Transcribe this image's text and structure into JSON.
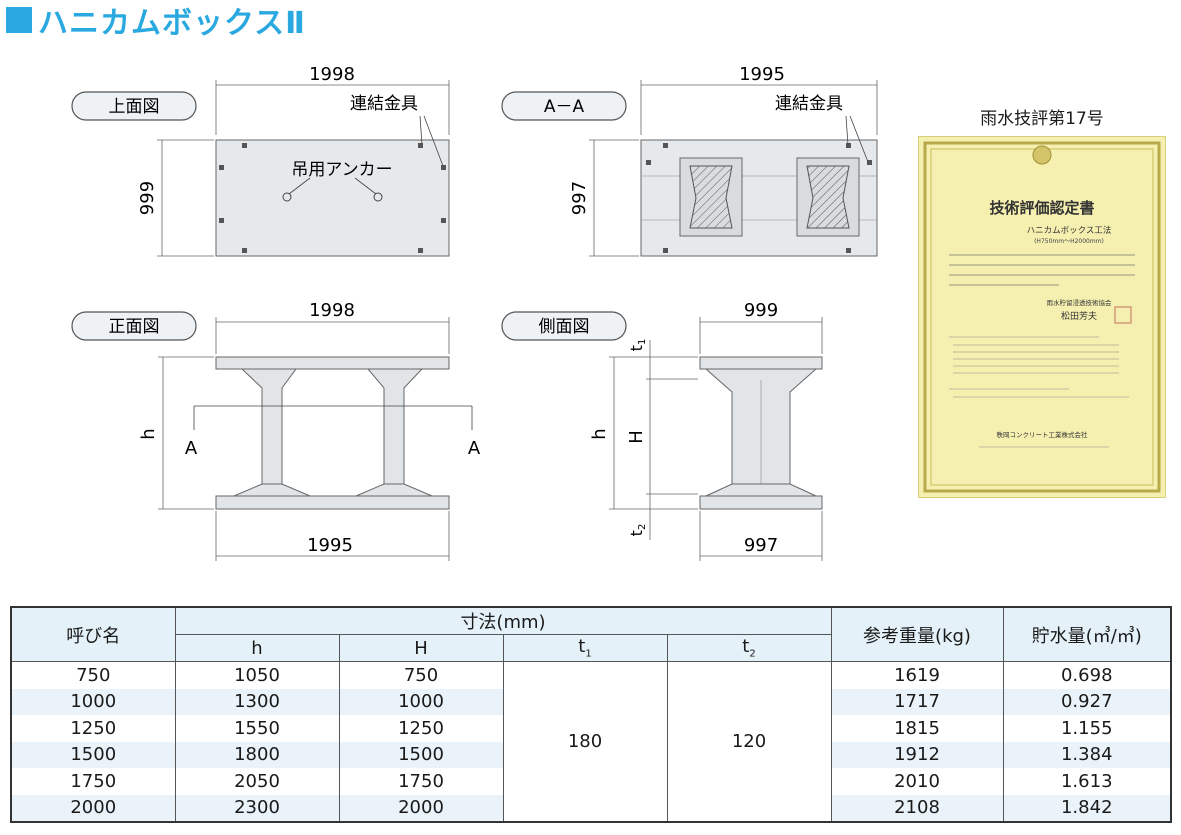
{
  "title": "ハニカムボックスⅡ",
  "views": {
    "top": {
      "label": "上面図",
      "width": "1998",
      "height": "999",
      "fitting": "連結金具",
      "anchor": "吊用アンカー"
    },
    "section": {
      "label": "A－A",
      "width": "1995",
      "height": "997",
      "fitting": "連結金具"
    },
    "front": {
      "label": "正面図",
      "top_width": "1998",
      "bottom_width": "1995",
      "h": "h",
      "cut_left": "A",
      "cut_right": "A"
    },
    "side": {
      "label": "側面図",
      "top_width": "999",
      "bottom_width": "997",
      "h": "h",
      "H": "H",
      "t1": "t",
      "t1_sub": "1",
      "t2": "t",
      "t2_sub": "2"
    }
  },
  "certificate": {
    "caption": "雨水技評第17号",
    "heading": "技術評価認定書",
    "product": "ハニカムボックス工法",
    "range": "(H750mm～H2000mm)",
    "org": "雨水貯留浸透技術協会",
    "president": "松田芳夫",
    "company": "秩岡コンクリート工業株式会社"
  },
  "table": {
    "header": {
      "name": "呼び名",
      "dims": "寸法(mm)",
      "h": "h",
      "H": "H",
      "t1": "t",
      "t1_sub": "1",
      "t2": "t",
      "t2_sub": "2",
      "weight": "参考重量(kg)",
      "storage": "貯水量(㎥/㎥)"
    },
    "t1_value": "180",
    "t2_value": "120",
    "rows": [
      {
        "name": "750",
        "h": "1050",
        "H": "750",
        "weight": "1619",
        "storage": "0.698"
      },
      {
        "name": "1000",
        "h": "1300",
        "H": "1000",
        "weight": "1717",
        "storage": "0.927"
      },
      {
        "name": "1250",
        "h": "1550",
        "H": "1250",
        "weight": "1815",
        "storage": "1.155"
      },
      {
        "name": "1500",
        "h": "1800",
        "H": "1500",
        "weight": "1912",
        "storage": "1.384"
      },
      {
        "name": "1750",
        "h": "2050",
        "H": "1750",
        "weight": "2010",
        "storage": "1.613"
      },
      {
        "name": "2000",
        "h": "2300",
        "H": "2000",
        "weight": "2108",
        "storage": "1.842"
      }
    ]
  }
}
